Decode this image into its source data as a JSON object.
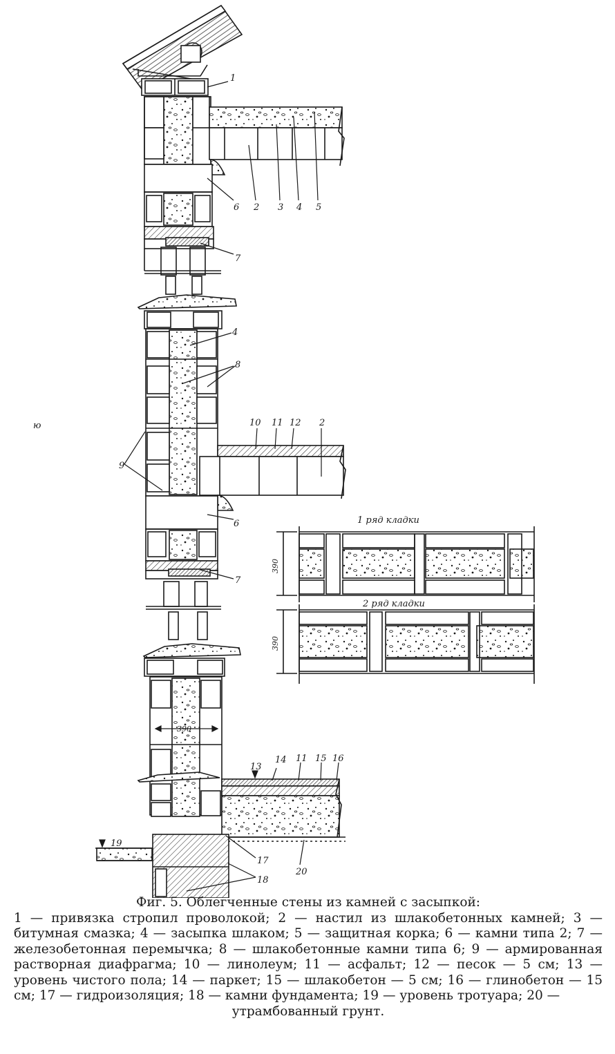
{
  "labels": {
    "callouts_top": [
      "1",
      "6",
      "2",
      "3",
      "4",
      "5",
      "7"
    ],
    "callouts_mid": [
      "4",
      "8",
      "10",
      "11",
      "12",
      "2",
      "9",
      "6",
      "7"
    ],
    "callouts_bottom": [
      "13",
      "14",
      "11",
      "15",
      "16",
      "17",
      "18",
      "19",
      "20"
    ],
    "mark_left": "ю",
    "dim_390": "390",
    "detail": {
      "row1_title": "1 ряд кладки",
      "row2_title": "2 ряд кладки",
      "dim_row1": "390",
      "dim_row2": "390"
    }
  },
  "caption": {
    "title": "Фиг. 5. Облегченные стены из камней с засыпкой:",
    "legend_text": "1 — привязка стропил проволокой; 2 — настил из шлакобетонных камней; 3 — битумная смазка; 4 — засыпка шлаком; 5 — защитная корка; 6 — камни типа 2; 7 — железобетонная перемычка; 8 — шлакобетонные камни типа 6; 9 — армированная растворная диафрагма; 10 — линолеум; 11 — асфальт; 12 — песок — 5 см; 13 — уровень чистого пола; 14 — паркет; 15 — шлакобетон — 5 см; 16 — глинобетон — 15 см; 17 — гидроизоляция; 18 — камни фундамента; 19 — уровень тротуара; 20 —",
    "legend_last": "утрамбованный грунт."
  },
  "colors": {
    "ink": "#1a1a1a",
    "paper": "#ffffff",
    "fill_grey": "#d9d9d9"
  }
}
